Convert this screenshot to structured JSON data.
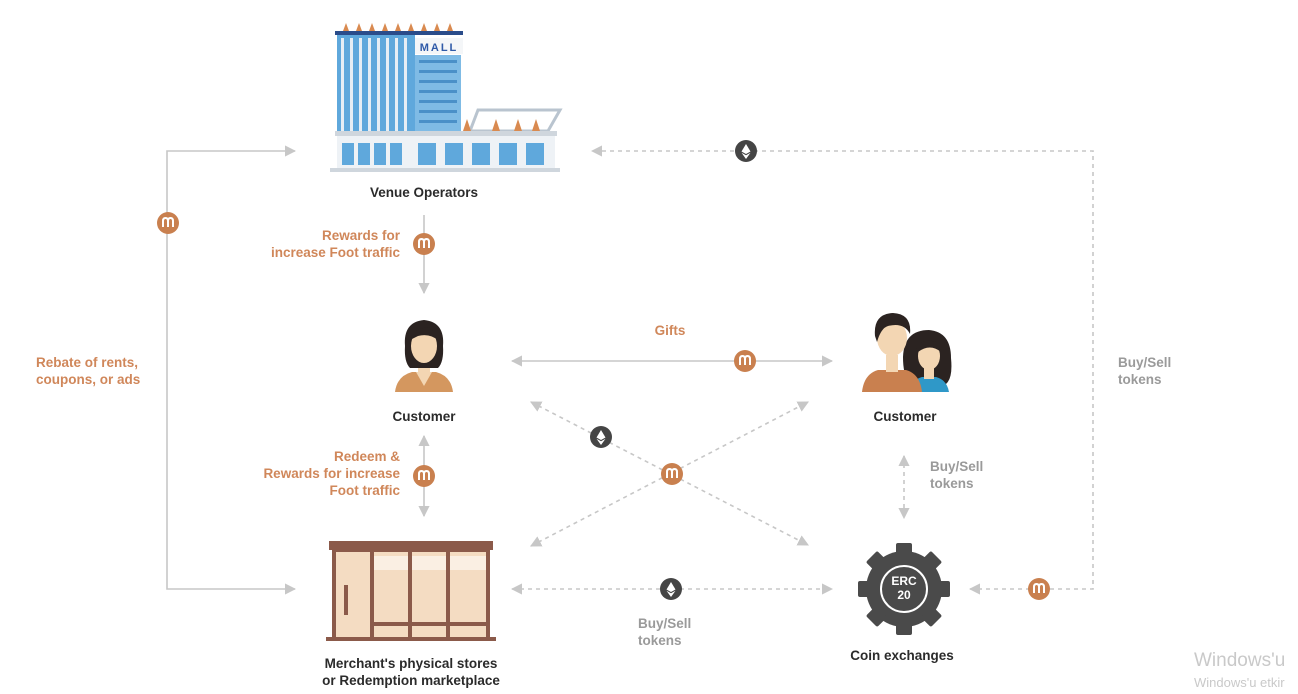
{
  "nodes": {
    "venue": {
      "label": "Venue Operators",
      "sign": "MALL"
    },
    "customer_left": {
      "label": "Customer"
    },
    "customer_right": {
      "label": "Customer"
    },
    "merchant": {
      "label": "Merchant's physical stores\nor Redemption marketplace"
    },
    "exchange": {
      "label": "Coin exchanges",
      "badge_top": "ERC",
      "badge_bottom": "20"
    }
  },
  "edges": {
    "rewards_foot_traffic": "Rewards for\nincrease Foot traffic",
    "gifts": "Gifts",
    "rebate": "Rebate of rents,\ncoupons, or ads",
    "redeem": "Redeem &\nRewards for increase\nFoot traffic",
    "buysell_right_outer": "Buy/Sell\ntokens",
    "buysell_customer_exchange": "Buy/Sell\ntokens",
    "buysell_merchant_exchange": "Buy/Sell\ntokens"
  },
  "watermark": {
    "line1": "Windows'u",
    "line2": "Windows'u etkir"
  },
  "colors": {
    "orange": "#c9804f",
    "line": "#c7c7c7",
    "dark": "#454545"
  }
}
